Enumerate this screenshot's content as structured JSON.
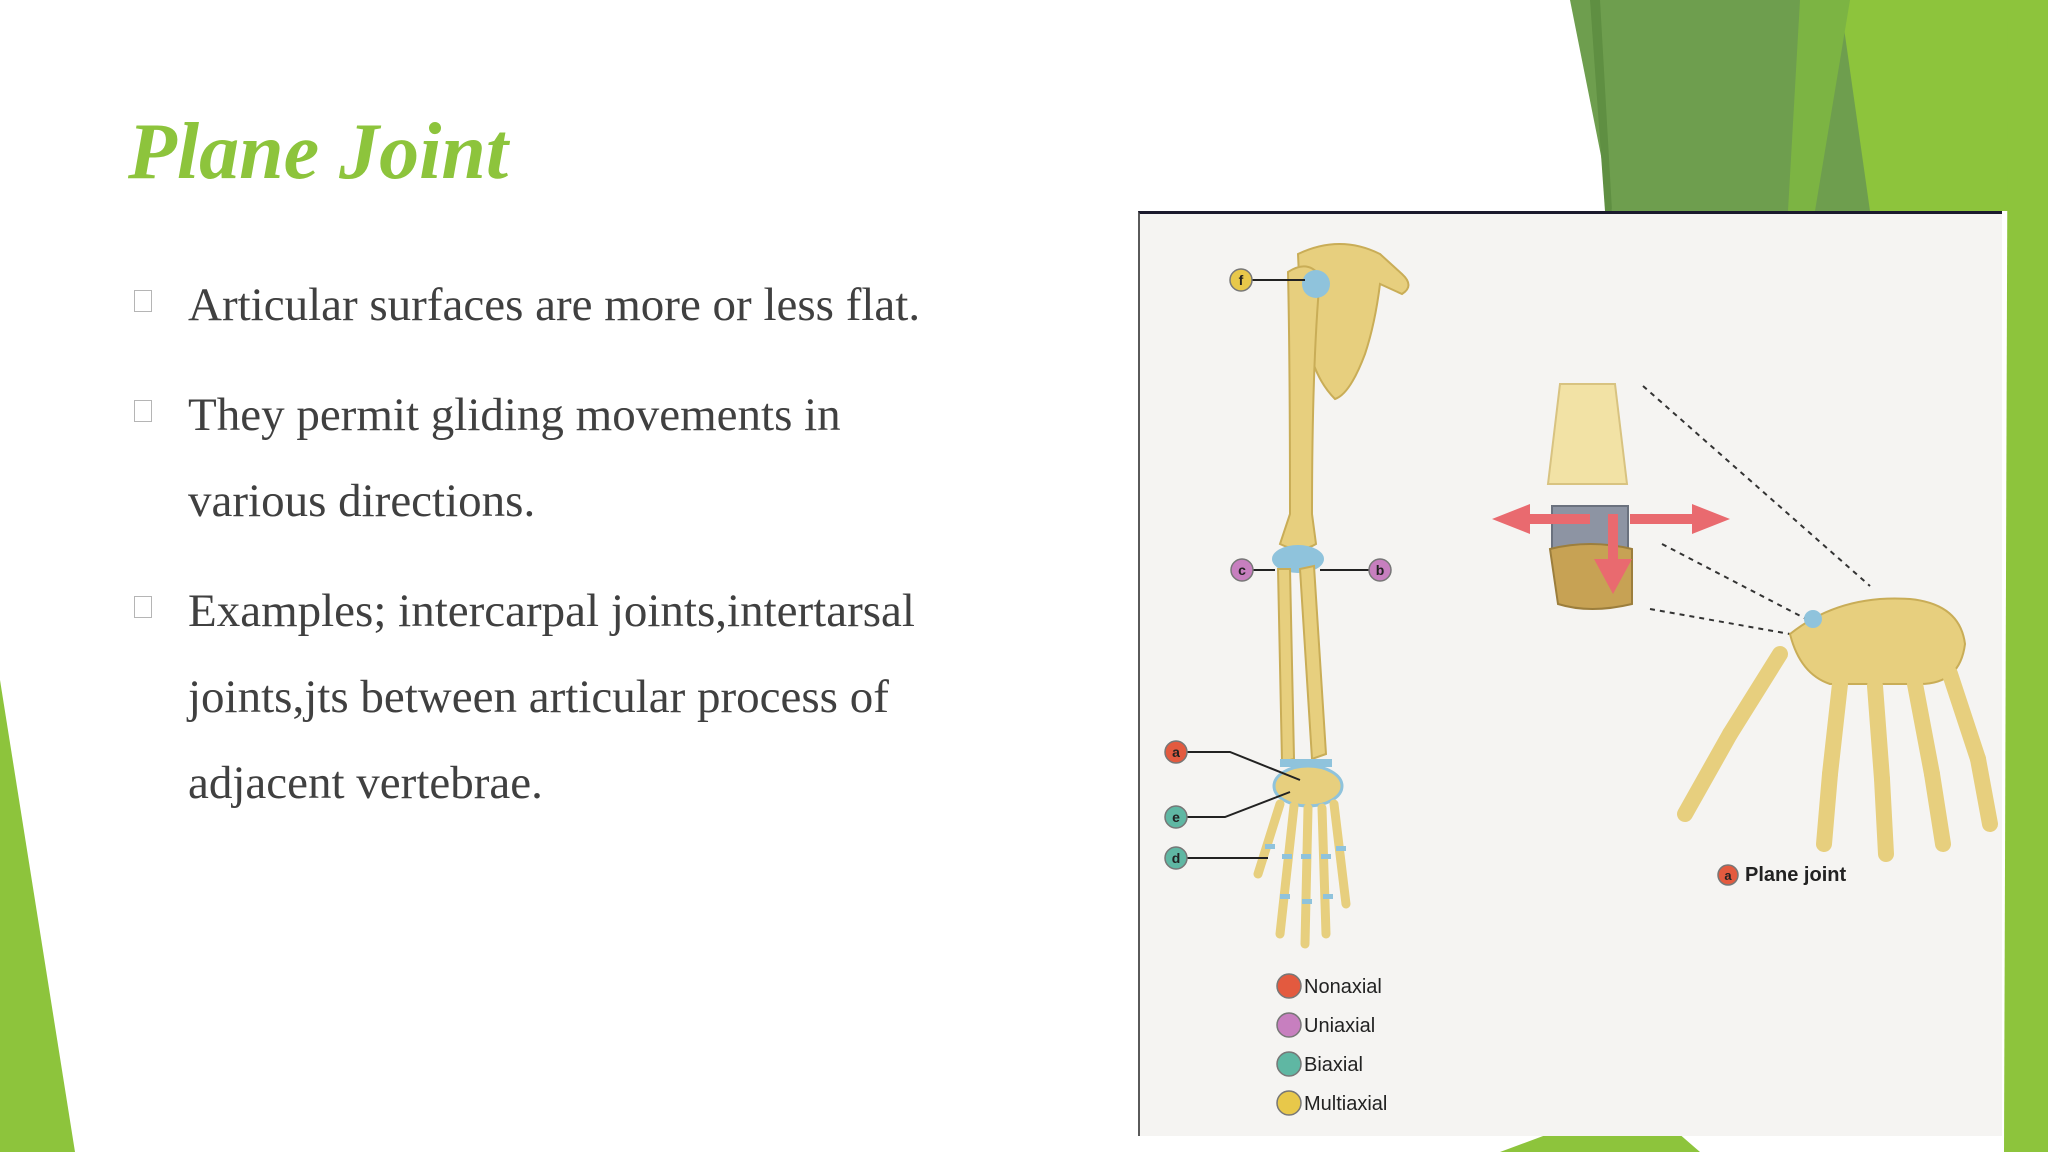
{
  "slide": {
    "title": "Plane Joint",
    "bullets": [
      {
        "icon": "square-bullet-icon",
        "text": "Articular surfaces are more or less flat."
      },
      {
        "icon": "square-bullet-icon",
        "text": "They permit gliding movements in various directions."
      },
      {
        "icon": "square-bullet-icon",
        "text": "Examples; intercarpal joints,intertarsal joints,jts between articular process of adjacent vertebrae."
      }
    ]
  },
  "figure": {
    "callouts": [
      "f",
      "c",
      "b",
      "a",
      "e",
      "d"
    ],
    "plane_joint_marker": "a",
    "plane_joint_label": "Plane joint",
    "legend": [
      {
        "label": "Nonaxial",
        "color": "#e35a3f"
      },
      {
        "label": "Uniaxial",
        "color": "#c77fbf"
      },
      {
        "label": "Biaxial",
        "color": "#5fb7a3"
      },
      {
        "label": "Multiaxial",
        "color": "#e8c84a"
      }
    ],
    "callout_colors": {
      "f": "#e8c84a",
      "c": "#c77fbf",
      "b": "#c77fbf",
      "a": "#e35a3f",
      "e": "#5fb7a3",
      "d": "#5fb7a3"
    }
  },
  "theme": {
    "accent_green": "#8dc43c",
    "dark_green": "#6e9e4e",
    "bone": "#e7cf7e",
    "cartilage": "#8fc3dc",
    "arrow": "#e96a6f"
  }
}
